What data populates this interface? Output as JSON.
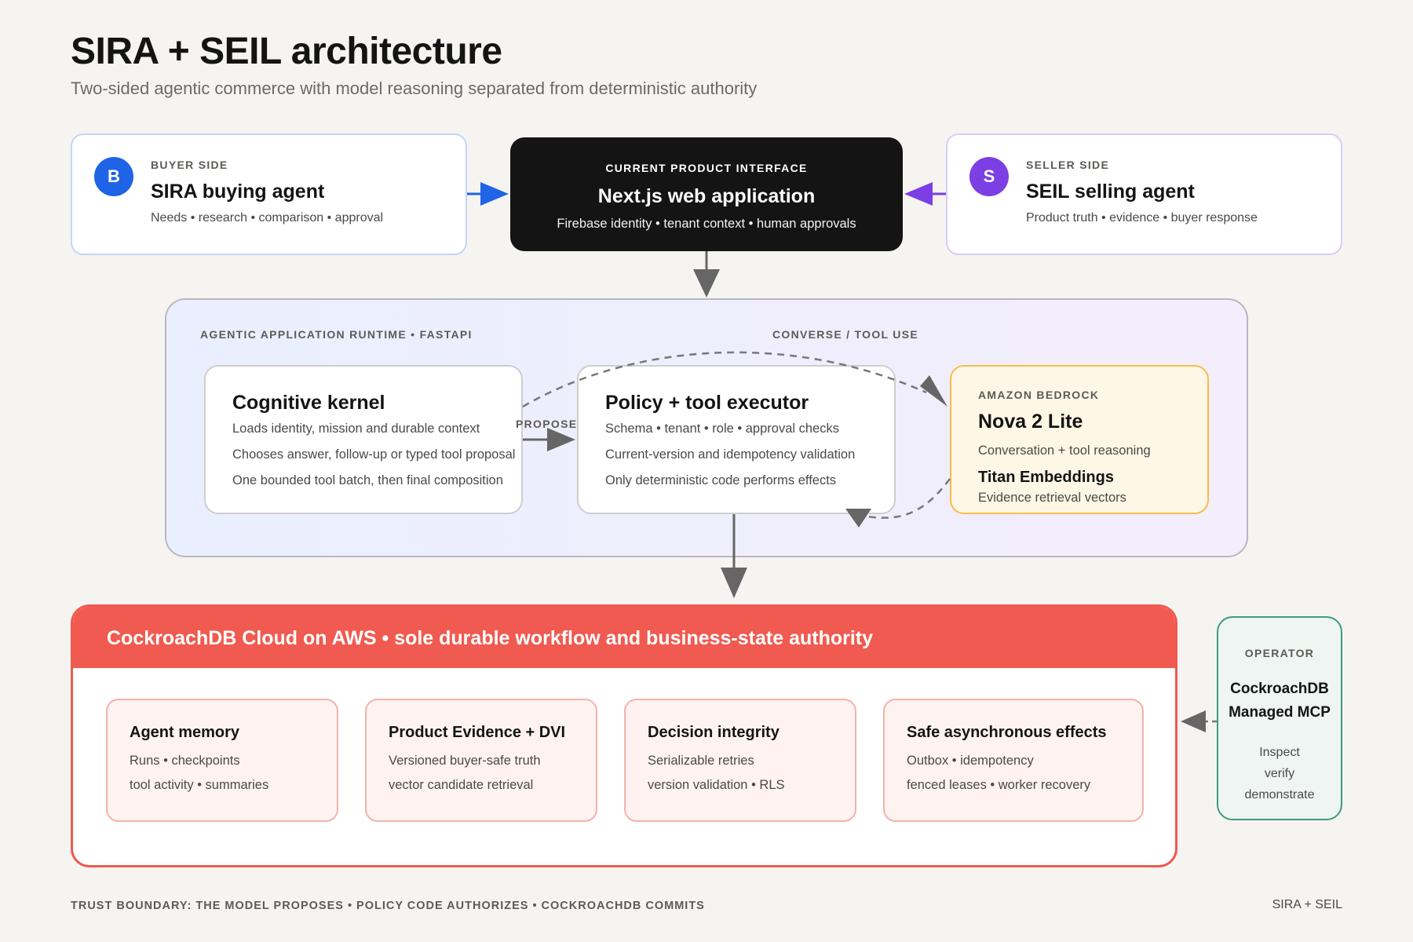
{
  "page": {
    "title": "SIRA + SEIL architecture",
    "subtitle": "Two-sided agentic commerce with model reasoning separated from deterministic authority"
  },
  "buyer": {
    "badge": "B",
    "eyebrow": "BUYER SIDE",
    "title": "SIRA buying agent",
    "detail": "Needs • research • comparison • approval",
    "color": "#1f63e6"
  },
  "interface": {
    "eyebrow": "CURRENT PRODUCT INTERFACE",
    "title": "Next.js web application",
    "detail": "Firebase identity • tenant context • human approvals"
  },
  "seller": {
    "badge": "S",
    "eyebrow": "SELLER SIDE",
    "title": "SEIL selling agent",
    "detail": "Product truth • evidence • buyer response",
    "color": "#7b3fe4"
  },
  "runtime": {
    "label": "AGENTIC APPLICATION RUNTIME • FASTAPI",
    "converse_label": "CONVERSE / TOOL USE",
    "propose_label": "PROPOSE",
    "kernel": {
      "title": "Cognitive kernel",
      "lines": [
        "Loads identity, mission and durable context",
        "Chooses answer, follow-up or typed tool proposal",
        "One bounded tool batch, then final composition"
      ]
    },
    "policy": {
      "title": "Policy + tool executor",
      "lines": [
        "Schema • tenant • role • approval checks",
        "Current-version and idempotency validation",
        "Only deterministic code performs effects"
      ]
    },
    "bedrock": {
      "eyebrow": "AMAZON BEDROCK",
      "model": "Nova 2 Lite",
      "model_detail": "Conversation + tool reasoning",
      "embeddings": "Titan Embeddings",
      "embeddings_detail": "Evidence retrieval vectors"
    }
  },
  "database": {
    "header": "CockroachDB Cloud on AWS • sole durable workflow and business-state authority",
    "cards": [
      {
        "title": "Agent memory",
        "line1": "Runs • checkpoints",
        "line2": "tool activity • summaries"
      },
      {
        "title": "Product Evidence + DVI",
        "line1": "Versioned buyer-safe truth",
        "line2": "vector candidate retrieval"
      },
      {
        "title": "Decision integrity",
        "line1": "Serializable retries",
        "line2": "version validation • RLS"
      },
      {
        "title": "Safe asynchronous effects",
        "line1": "Outbox • idempotency",
        "line2": "fenced leases • worker recovery"
      }
    ]
  },
  "operator": {
    "eyebrow": "OPERATOR",
    "title_line1": "CockroachDB",
    "title_line2": "Managed MCP",
    "actions": [
      "Inspect",
      "verify",
      "demonstrate"
    ]
  },
  "footer": {
    "left": "TRUST BOUNDARY: THE MODEL PROPOSES • POLICY CODE AUTHORIZES • COCKROACHDB COMMITS",
    "right": "SIRA + SEIL"
  },
  "colors": {
    "buyer_arrow": "#1f63e6",
    "seller_arrow": "#7b3fe4",
    "flow_arrow": "#666666",
    "db_accent": "#f05a50",
    "operator_accent": "#3f9a7f",
    "bedrock_accent": "#f6bd4a"
  }
}
